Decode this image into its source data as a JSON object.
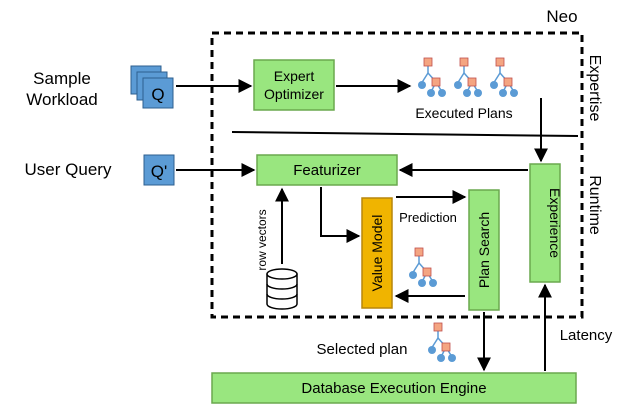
{
  "title": "Neo",
  "side_labels": {
    "expertise": "Expertise",
    "runtime": "Runtime"
  },
  "inputs": {
    "sample_workload": [
      "Sample",
      "Workload"
    ],
    "sample_icon": "Q",
    "user_query": "User Query",
    "user_icon": "Q'"
  },
  "components": {
    "expert_optimizer": [
      "Expert",
      "Optimizer"
    ],
    "featurizer": "Featurizer",
    "value_model": "Value Model",
    "plan_search": "Plan Search",
    "experience": "Experience",
    "db_engine": "Database Execution Engine"
  },
  "edge_labels": {
    "executed_plans": "Executed Plans",
    "row_vectors": "row vectors",
    "prediction": "Prediction",
    "selected_plan": "Selected plan",
    "latency": "Latency"
  },
  "colors": {
    "component_fill": "#99e67f",
    "component_stroke": "#6aa84f",
    "value_model_fill": "#f0b400",
    "value_model_stroke": "#b8860b",
    "query_icon_fill": "#5b9bd5",
    "query_icon_stroke": "#2e5f8f",
    "tree_node_square": "#f4a582",
    "tree_node_circle": "#5b9bd5"
  },
  "icons": [
    "query-stack-icon",
    "query-icon",
    "plan-tree-icon",
    "database-icon"
  ]
}
